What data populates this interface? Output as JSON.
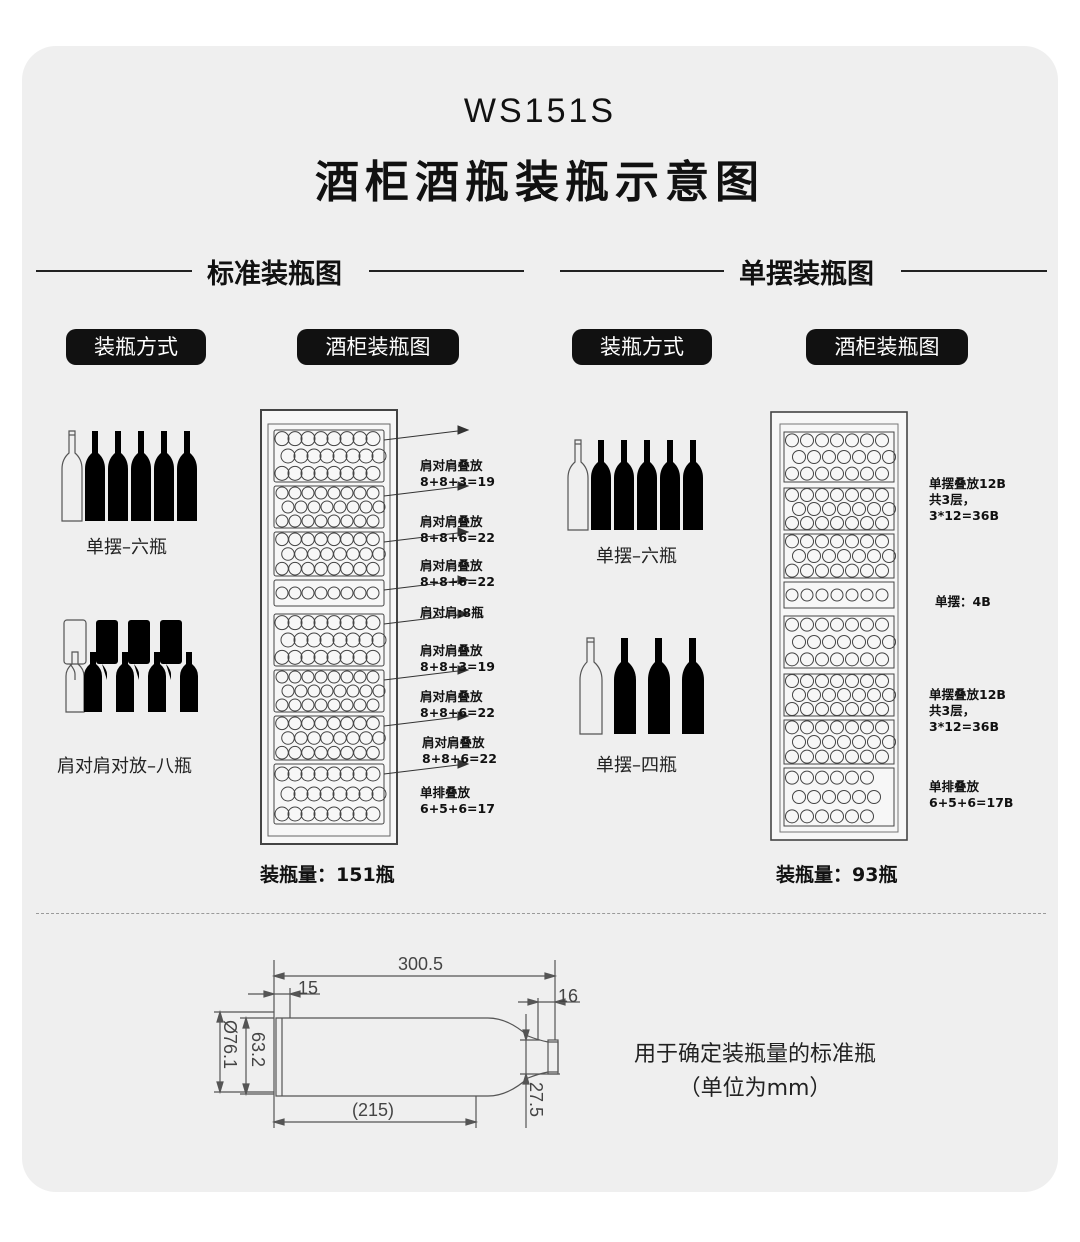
{
  "header": {
    "model": "WS151S",
    "title": "酒柜酒瓶装瓶示意图"
  },
  "left": {
    "section_title": "标准装瓶图",
    "method_pill": "装瓶方式",
    "cabinet_pill": "酒柜装瓶图",
    "method_captions": [
      "单摆–六瓶",
      "肩对肩对放–八瓶"
    ],
    "shelf_notes": [
      "肩对肩叠放\n8+8+3=19",
      "肩对肩叠放\n8+8+6=22",
      "肩对肩叠放\n8+8+6=22",
      "肩对肩:8瓶",
      "肩对肩叠放\n8+8+3=19",
      "肩对肩叠放\n8+8+6=22",
      "肩对肩叠放\n8+8+6=22",
      "单排叠放\n6+5+6=17"
    ],
    "total": "装瓶量：151瓶"
  },
  "right": {
    "section_title": "单摆装瓶图",
    "method_pill": "装瓶方式",
    "cabinet_pill": "酒柜装瓶图",
    "method_captions": [
      "单摆–六瓶",
      "单摆–四瓶"
    ],
    "shelf_notes": [
      "单摆叠放12B\n共3层，\n3*12=36B",
      "单摆：4B",
      "单摆叠放12B\n共3层，\n3*12=36B",
      "单排叠放\n6+5+6=17B"
    ],
    "total": "装瓶量：93瓶"
  },
  "bottle_spec": {
    "dimensions": {
      "length": "300.5",
      "neck_offset": "15",
      "lip": "16",
      "diameter": "Ø76.1",
      "body_inner": "63.2",
      "body_length": "(215)",
      "neck_diameter": "27.5"
    },
    "caption_line1": "用于确定装瓶量的标准瓶",
    "caption_line2": "（单位为mm）"
  },
  "colors": {
    "panel_bg": "#efefef",
    "pill_bg": "#111111",
    "pill_text": "#ffffff",
    "line": "#222222"
  }
}
